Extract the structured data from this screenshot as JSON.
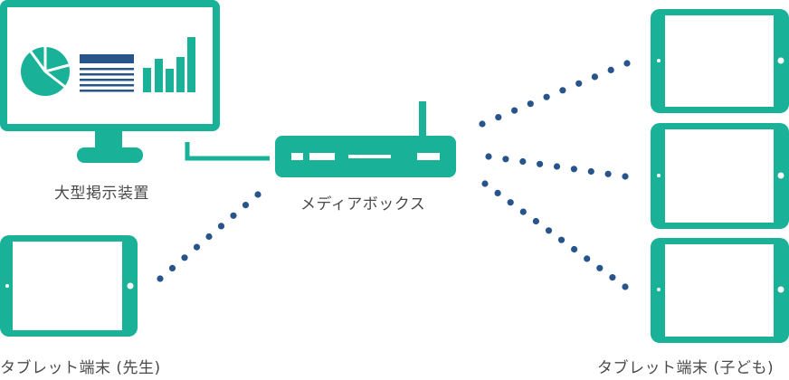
{
  "labels": {
    "display": "大型掲示装置",
    "media_box": "メディアボックス",
    "teacher_tablet": "タブレット端末 (先生)",
    "student_tablets": "タブレット端末 (子ども)"
  },
  "colors": {
    "teal": "#19b197",
    "navy": "#27548a",
    "dots": "#27548a",
    "text": "#4a4a4a"
  },
  "icons": {
    "display": "monitor-with-charts-icon",
    "media_box": "router-icon",
    "tablet": "tablet-icon"
  }
}
